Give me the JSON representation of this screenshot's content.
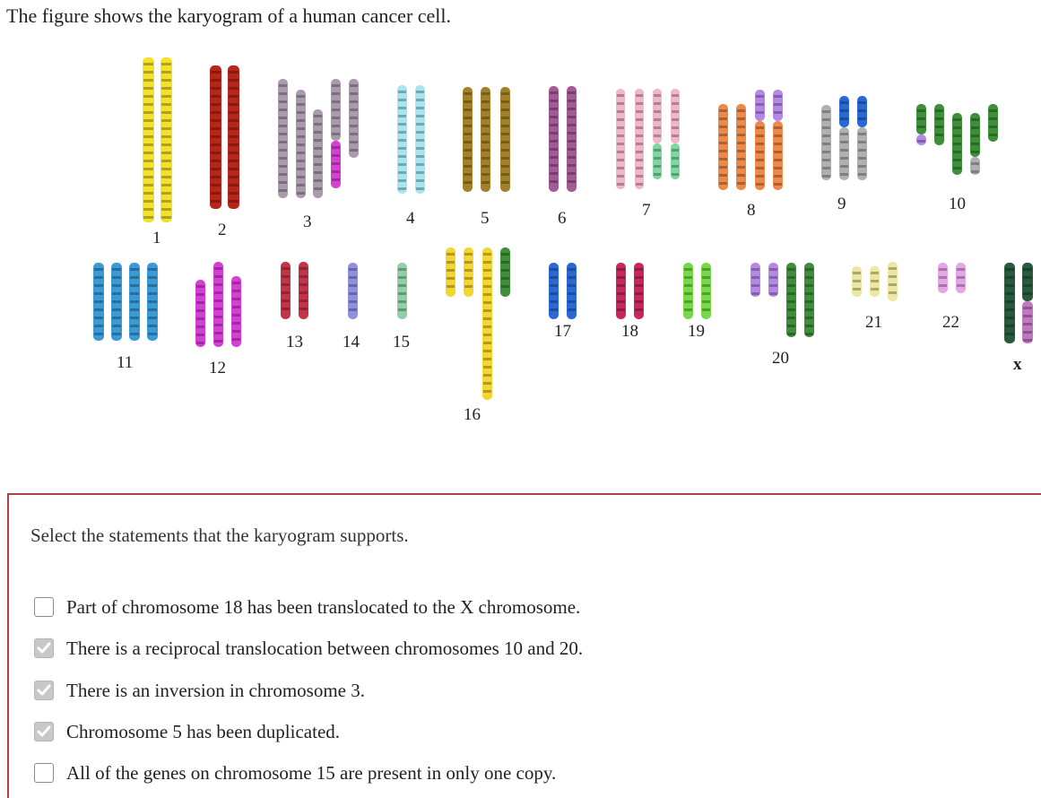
{
  "intro": "The figure shows the karyogram of a human cancer cell.",
  "karyogram": {
    "chromosome_labels": [
      "1",
      "2",
      "3",
      "4",
      "5",
      "6",
      "7",
      "8",
      "9",
      "10",
      "11",
      "12",
      "13",
      "14",
      "15",
      "16",
      "17",
      "18",
      "19",
      "20",
      "21",
      "22",
      "x"
    ],
    "colors": {
      "chr1": "#f2e22a",
      "chr2": "#b8261a",
      "chr3": "#a99aac",
      "chr4": "#a6e6f0",
      "chr5": "#a2812a",
      "chr6": "#a35b95",
      "chr7": "#f1b6c8",
      "chr8": "#ed8a4a",
      "chr9": "#b0b0b0",
      "chr10": "#3e8f3a",
      "chr11": "#3a9ad6",
      "chr12": "#d63fd6",
      "chr13": "#c43448",
      "chr14": "#9090e0",
      "chr15": "#8fd0a6",
      "chr16": "#f4d630",
      "chr17": "#2a68d6",
      "chr18": "#c8285e",
      "chr19": "#77d84a",
      "chr20": "#b488e6",
      "chr21": "#ece8a2",
      "chr22": "#e4a6e4",
      "chrx": "#2a5a3e"
    }
  },
  "question": {
    "prompt": "Select the statements that the karyogram supports.",
    "options": [
      {
        "text": "Part of chromosome 18 has been translocated to the X chromosome.",
        "checked": false
      },
      {
        "text": "There is a reciprocal translocation between chromosomes 10 and 20.",
        "checked": true
      },
      {
        "text": "There is an inversion in chromosome 3.",
        "checked": true
      },
      {
        "text": "Chromosome 5 has been duplicated.",
        "checked": true
      },
      {
        "text": "All of the genes on chromosome 15 are present in only one copy.",
        "checked": false
      }
    ]
  }
}
